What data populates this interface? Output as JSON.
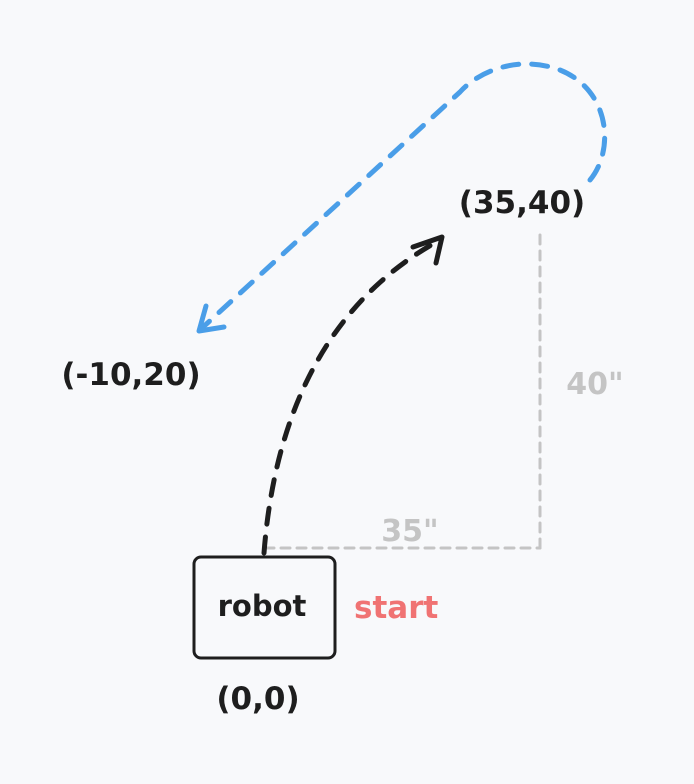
{
  "diagram": {
    "robot_label": "robot",
    "start_label": "start",
    "origin_label": "(0,0)",
    "target_label": "(35,40)",
    "return_label": "(-10,20)",
    "dim_x_label": "35\"",
    "dim_y_label": "40\""
  },
  "colors": {
    "background": "#f8f9fb",
    "ink": "#1e1e1e",
    "blue_path": "#4a9ee8",
    "dimension": "#c4c4c4",
    "start": "#f07373"
  }
}
